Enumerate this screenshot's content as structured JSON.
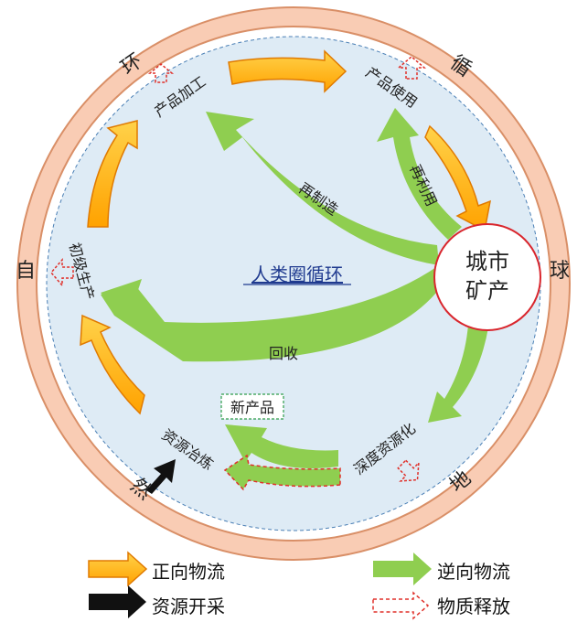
{
  "outer_ring": {
    "chars": [
      "环",
      "循",
      "自",
      "然",
      "球",
      "地"
    ]
  },
  "center": {
    "label": "人类圈循环"
  },
  "hub": {
    "line1": "城市",
    "line2": "矿产"
  },
  "nodes": {
    "processing": "产品加工",
    "usage": "产品使用",
    "primary_production": "初级生产",
    "smelting": "资源冶炼",
    "deep_resource": "深度资源化",
    "new_product": "新产品"
  },
  "flows": {
    "remanufacture": "再制造",
    "reuse": "再利用",
    "recycle": "回收"
  },
  "legend": {
    "forward": "正向物流",
    "reverse": "逆向物流",
    "mining": "资源开采",
    "release": "物质释放"
  },
  "colors": {
    "ring": "#f9ccb4",
    "inner_bg": "#deebf5",
    "forward_fill": "#ffb300",
    "forward_stroke": "#e07a00",
    "reverse": "#8fce50",
    "hub_border": "#d9262d",
    "release": "#e0302a",
    "mining": "#111111"
  }
}
